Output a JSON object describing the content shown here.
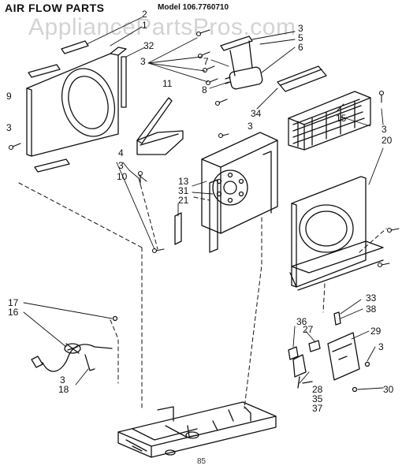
{
  "header": {
    "title": "AIR FLOW PARTS",
    "model": "Model 106.7760710"
  },
  "watermark": "AppliancePartsPros.com",
  "page_number": "85",
  "callouts": [
    "2",
    "1",
    "32",
    "3",
    "3",
    "5",
    "6",
    "7",
    "8",
    "11",
    "34",
    "9",
    "3",
    "3",
    "15",
    "3",
    "20",
    "4",
    "3",
    "10",
    "13",
    "31",
    "21",
    "17",
    "16",
    "3",
    "18",
    "33",
    "38",
    "36",
    "27",
    "29",
    "3",
    "28",
    "35",
    "37",
    "30"
  ]
}
